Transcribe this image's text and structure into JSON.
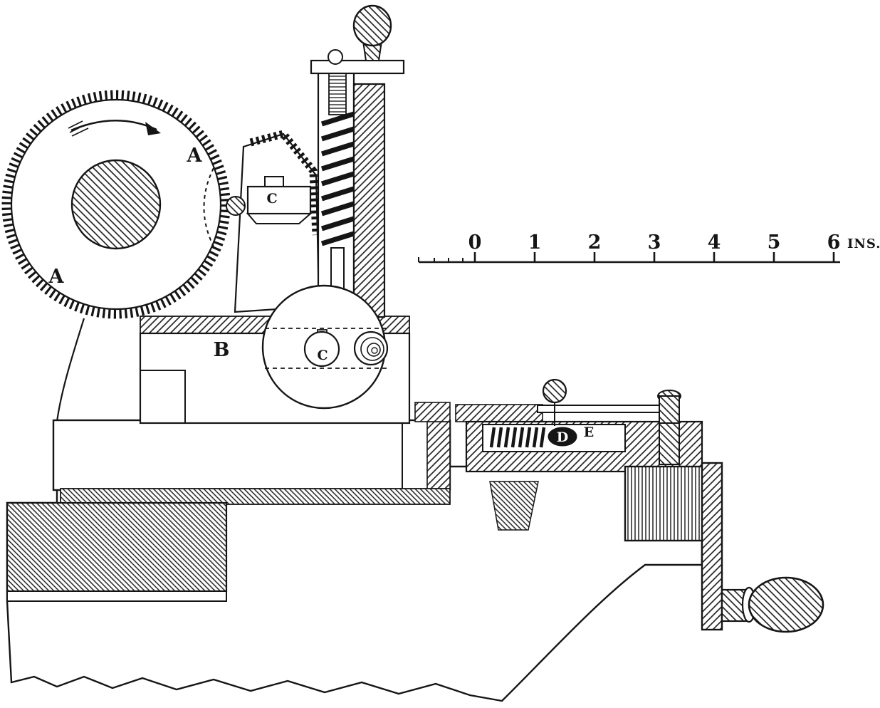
{
  "figure": {
    "part_labels": {
      "wheel_upper": "A",
      "wheel_lower": "A",
      "frame_block": "B",
      "clamp": "C",
      "spindle": "C",
      "slider": "D",
      "slide_plate": "E"
    },
    "scale": {
      "numbers": [
        "0",
        "1",
        "2",
        "3",
        "4",
        "5",
        "6"
      ],
      "unit": "INS."
    },
    "colors": {
      "ink": "#151515",
      "paper": "#ffffff"
    }
  }
}
